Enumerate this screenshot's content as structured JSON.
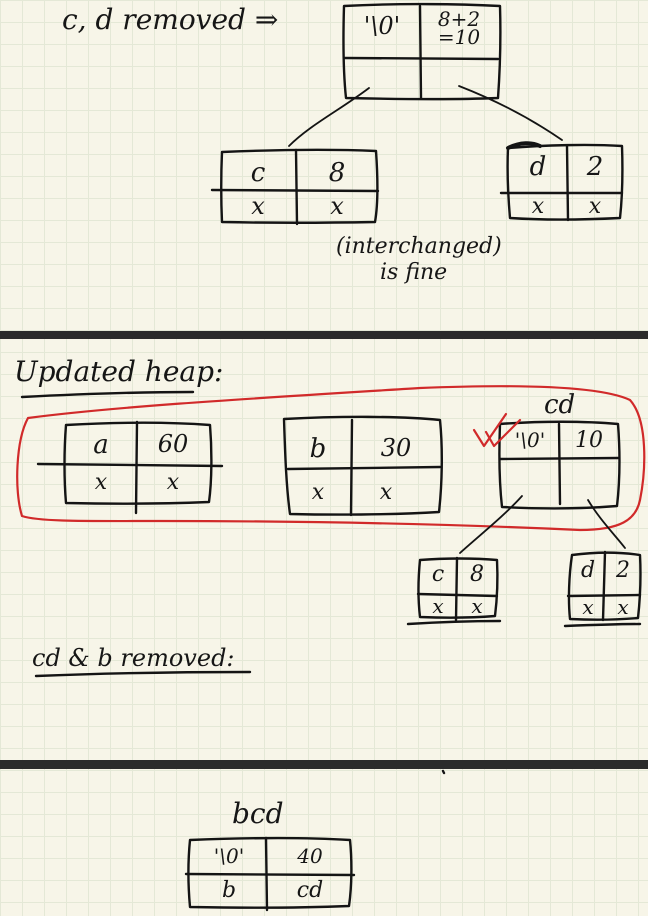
{
  "section1": {
    "caption": "c, d removed ⇒",
    "parent": {
      "char": "'\\0'",
      "freq": "8+2 =10"
    },
    "left_child": {
      "char": "c",
      "freq": "8",
      "left": "x",
      "right": "x"
    },
    "right_child": {
      "char": "d",
      "freq": "2",
      "left": "x",
      "right": "x"
    },
    "note_line1": "(interchanged)",
    "note_line2": "is fine"
  },
  "section2": {
    "title": "Updated heap:",
    "node_a": {
      "char": "a",
      "freq": "60",
      "left": "x",
      "right": "x"
    },
    "node_b": {
      "char": "b",
      "freq": "30",
      "left": "x",
      "right": "x"
    },
    "node_cd": {
      "label": "cd",
      "char": "'\\0'",
      "freq": "10"
    },
    "child_c": {
      "char": "c",
      "freq": "8",
      "left": "x",
      "right": "x"
    },
    "child_d": {
      "char": "d",
      "freq": "2",
      "left": "x",
      "right": "x"
    },
    "caption": "cd & b removed:"
  },
  "section3": {
    "label": "bcd",
    "node": {
      "char": "'\\0'",
      "freq": "40",
      "left": "b",
      "right": "cd"
    }
  }
}
